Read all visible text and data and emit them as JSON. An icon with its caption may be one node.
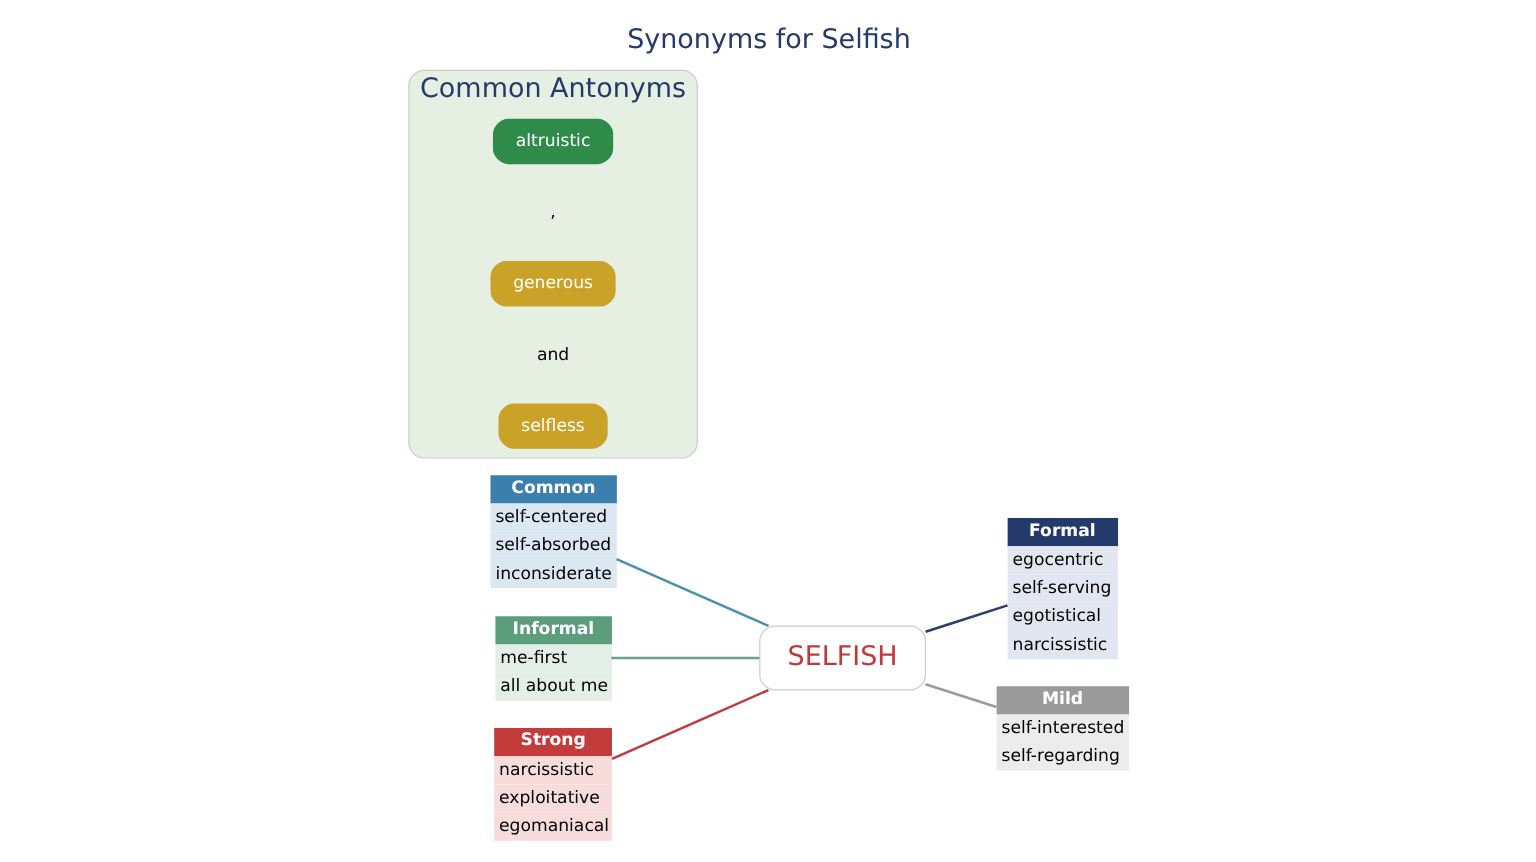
{
  "diagram": {
    "title": "Synonyms for Selfish",
    "nodes": [
      {
        "text": [
          "SELFISH"
        ]
      },
      {
        "text": [
          "Common",
          "self-centered",
          "self-absorbed",
          "inconsiderate"
        ]
      },
      {
        "text": [
          "Informal",
          "me-first",
          "all about me"
        ]
      },
      {
        "text": [
          "Strong",
          "narcissistic",
          "exploitative",
          "egomaniacal"
        ]
      },
      {
        "text": [
          "Formal",
          "egocentric",
          "self-serving",
          "egotistical",
          "narcissistic"
        ]
      },
      {
        "text": [
          "Mild",
          "self-interested",
          "self-regarding"
        ]
      },
      {
        "text": [
          "Common Antonyms"
        ]
      },
      {
        "text": [
          "altruistic"
        ],
        "in": 6
      },
      {
        "text": [
          "generous"
        ],
        "in": 6
      },
      {
        "text": [
          "selfless"
        ],
        "in": 6
      }
    ],
    "edges": [
      {
        "from": 1,
        "to": 0,
        "arrow": "none",
        "color": "#4a8fb0"
      },
      {
        "from": 2,
        "to": 0,
        "arrow": "none",
        "color": "#6aa58a"
      },
      {
        "from": 3,
        "to": 0,
        "arrow": "none",
        "color": "#c0393b"
      },
      {
        "from": 0,
        "to": 4,
        "arrow": "none",
        "color": "#2c3e6b"
      },
      {
        "from": 0,
        "to": 5,
        "arrow": "none",
        "color": "#9a9a9a"
      }
    ],
    "labels": [
      ",",
      "and"
    ]
  }
}
